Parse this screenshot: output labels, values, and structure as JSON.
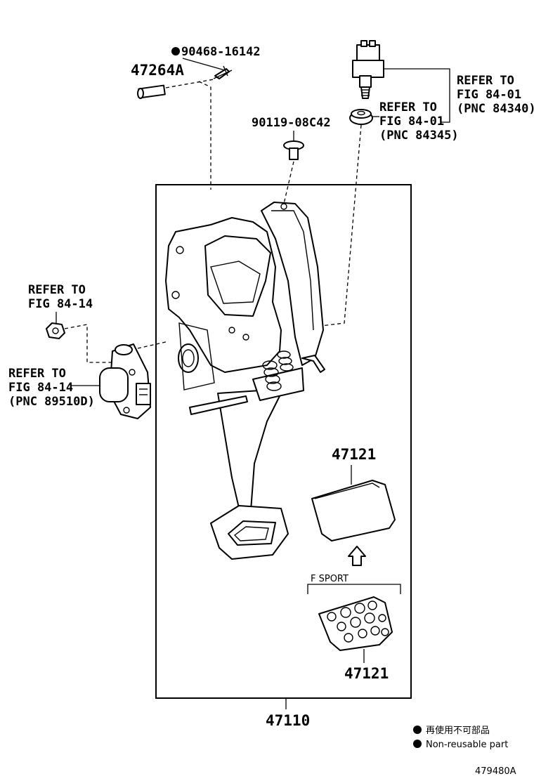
{
  "parts": {
    "p_90468": "90468-16142",
    "p_47264A": "47264A",
    "p_90119": "90119-08C42",
    "p_47110": "47110",
    "p_47121_top": "47121",
    "p_47121_bottom": "47121"
  },
  "refs": {
    "stop_switch": {
      "line1": "REFER TO",
      "line2": "FIG 84-01",
      "line3": "(PNC 84340)"
    },
    "cushion": {
      "line1": "REFER TO",
      "line2": "FIG 84-01",
      "line3": "(PNC 84345)"
    },
    "bolt_left": {
      "line1": "REFER TO",
      "line2": "FIG 84-14"
    },
    "sensor": {
      "line1": "REFER TO",
      "line2": "FIG 84-14",
      "line3": "(PNC 89510D)"
    }
  },
  "variant_label": "F SPORT",
  "legend": {
    "japanese": "再使用不可部品",
    "english": "Non-reusable part"
  },
  "figure_id": "479480A"
}
